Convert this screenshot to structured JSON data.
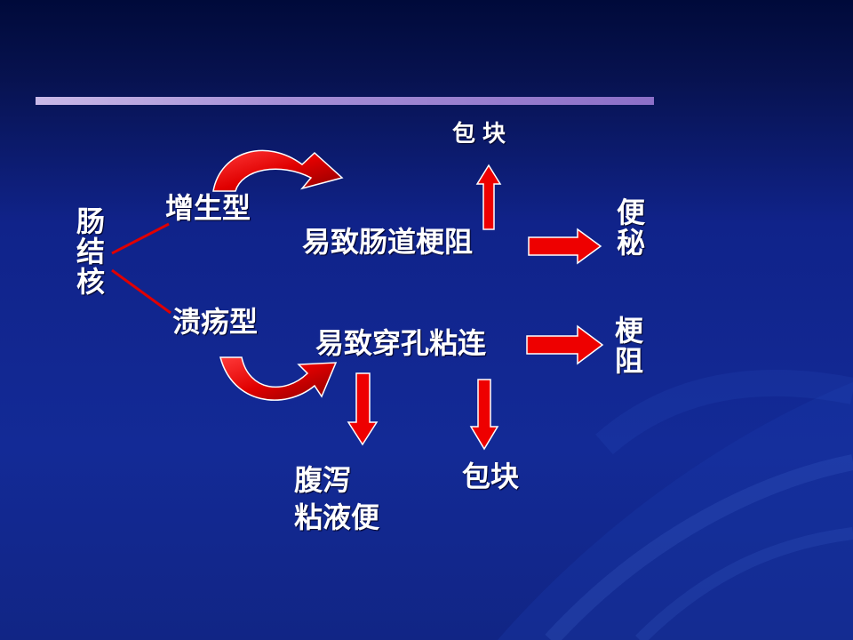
{
  "diagram": {
    "root": "肠结核",
    "type_hyperplastic": "增生型",
    "type_ulcerative": "溃疡型",
    "effect_obstruction": "易致肠道梗阻",
    "effect_perforation": "易致穿孔粘连",
    "mass_top": "包块",
    "constipation": "便秘",
    "obstruction_right": "梗阻",
    "diarrhea": "腹泻\n粘液便",
    "mass_bottom": "包块"
  },
  "colors": {
    "arrow_red": "#ee0000",
    "line_red": "#e00000",
    "text": "#ffffff",
    "title_bar": "#a58fd6"
  }
}
